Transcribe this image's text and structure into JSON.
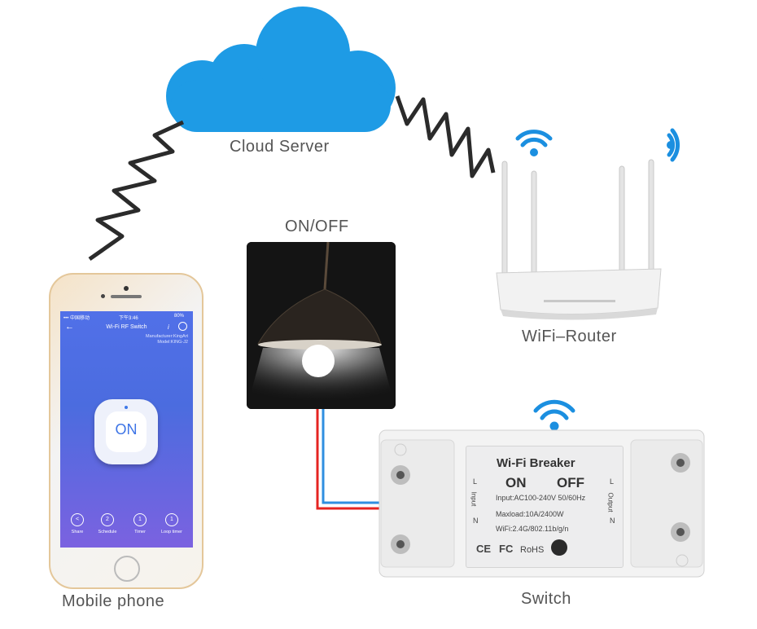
{
  "labels": {
    "cloud": "Cloud Server",
    "onoff": "ON/OFF",
    "router": "WiFi–Router",
    "phone": "Mobile phone",
    "switch": "Switch"
  },
  "phone_app": {
    "status_left": "••• 中国移动 ",
    "status_time": "下午3:46",
    "status_right": "80%",
    "back_icon": "back-arrow-icon",
    "title": "Wi-Fi RF Switch",
    "manufacturer": "Manufacturer:KingArt",
    "model": "Model:KING-J2",
    "on_label": "ON",
    "tabs": [
      {
        "label": "Share",
        "icon": "share-icon",
        "badge": ""
      },
      {
        "label": "Schedule",
        "icon": "schedule-icon",
        "badge": "2"
      },
      {
        "label": "Timer",
        "icon": "timer-icon",
        "badge": "1"
      },
      {
        "label": "Loop timer",
        "icon": "loop-timer-icon",
        "badge": "1"
      }
    ]
  },
  "device": {
    "title": "Wi-Fi Breaker",
    "on": "ON",
    "off": "OFF",
    "input_spec": "Input:AC100-240V 50/60Hz",
    "maxload": "Maxload:10A/2400W",
    "wifi": "WiFi:2.4G/802.11b/g/n",
    "ce": "CE",
    "fc": "FC",
    "rohs": "RoHS",
    "in_l": "L",
    "in_n": "N",
    "in_label": "Input",
    "out_l": "L",
    "out_n": "N",
    "out_label": "Output"
  },
  "colors": {
    "cloud": "#1e9be5",
    "wifi": "#1b8fe0",
    "wire_red": "#e52421",
    "wire_blue": "#2f8fe0",
    "label_text": "#555555"
  }
}
